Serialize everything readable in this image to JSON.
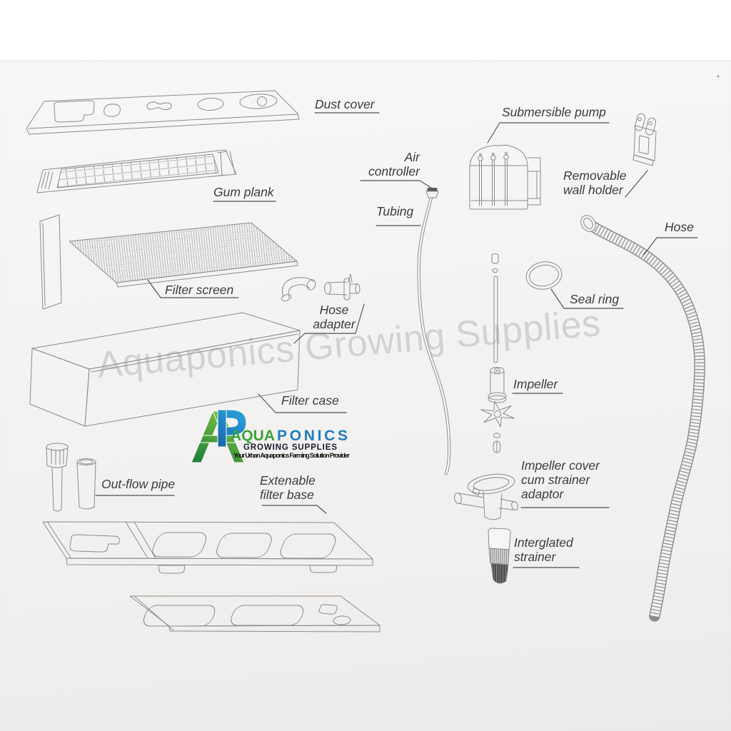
{
  "watermark": {
    "text": "Aquaponics Growing Supplies",
    "color": "#a8a6a4"
  },
  "logo": {
    "monogram": "AP",
    "name_green": "AQUA",
    "name_blue": "PONICS",
    "subtitle": "GROWING SUPPLIES",
    "tagline": "Your Urban Aquaponics Farming Solution Provider",
    "brand_green": "#3aa33c",
    "brand_blue": "#1e7fc0"
  },
  "labels": {
    "dust_cover": {
      "text": "Dust cover"
    },
    "gum_plank": {
      "text": "Gum plank"
    },
    "filter_screen": {
      "text": "Filter screen"
    },
    "hose_adapter": {
      "text": "Hose\nadapter"
    },
    "filter_case": {
      "text": "Filter case"
    },
    "out_flow_pipe": {
      "text": "Out-flow pipe"
    },
    "extenable_filter_base": {
      "text": "Extenable\nfilter base"
    },
    "air_controller": {
      "text": "Air\ncontroller"
    },
    "tubing": {
      "text": "Tubing"
    },
    "submersible_pump": {
      "text": "Submersible pump"
    },
    "removable_wall_holder": {
      "text": "Removable\nwall holder"
    },
    "hose": {
      "text": "Hose"
    },
    "seal_ring": {
      "text": "Seal ring"
    },
    "impeller": {
      "text": "Impeller"
    },
    "impeller_cover": {
      "text": "Impeller cover\ncum strainer\nadaptor"
    },
    "interglated_strainer": {
      "text": "Interglated\nstrainer"
    }
  },
  "line_color": "#8b8b8b"
}
